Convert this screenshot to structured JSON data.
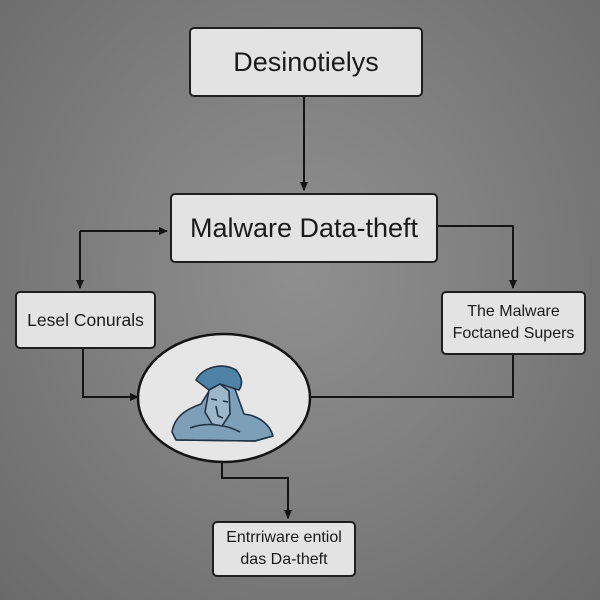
{
  "nodes": {
    "top": {
      "label": "Desinotielys"
    },
    "main": {
      "label": "Malware Data-theft"
    },
    "left": {
      "label": "Lesel Conurals"
    },
    "right": {
      "line1": "The Malware",
      "line2": "Foctaned Supers"
    },
    "center": {
      "icon": "hooded-figure-icon"
    },
    "bottom": {
      "line1": "Entrriware entiol",
      "line2": "das Da-theft"
    }
  },
  "colors": {
    "background": "#808080",
    "box_fill": "#e3e3e3",
    "stroke": "#1e1e1e",
    "icon_fill": "#5a88a8"
  }
}
